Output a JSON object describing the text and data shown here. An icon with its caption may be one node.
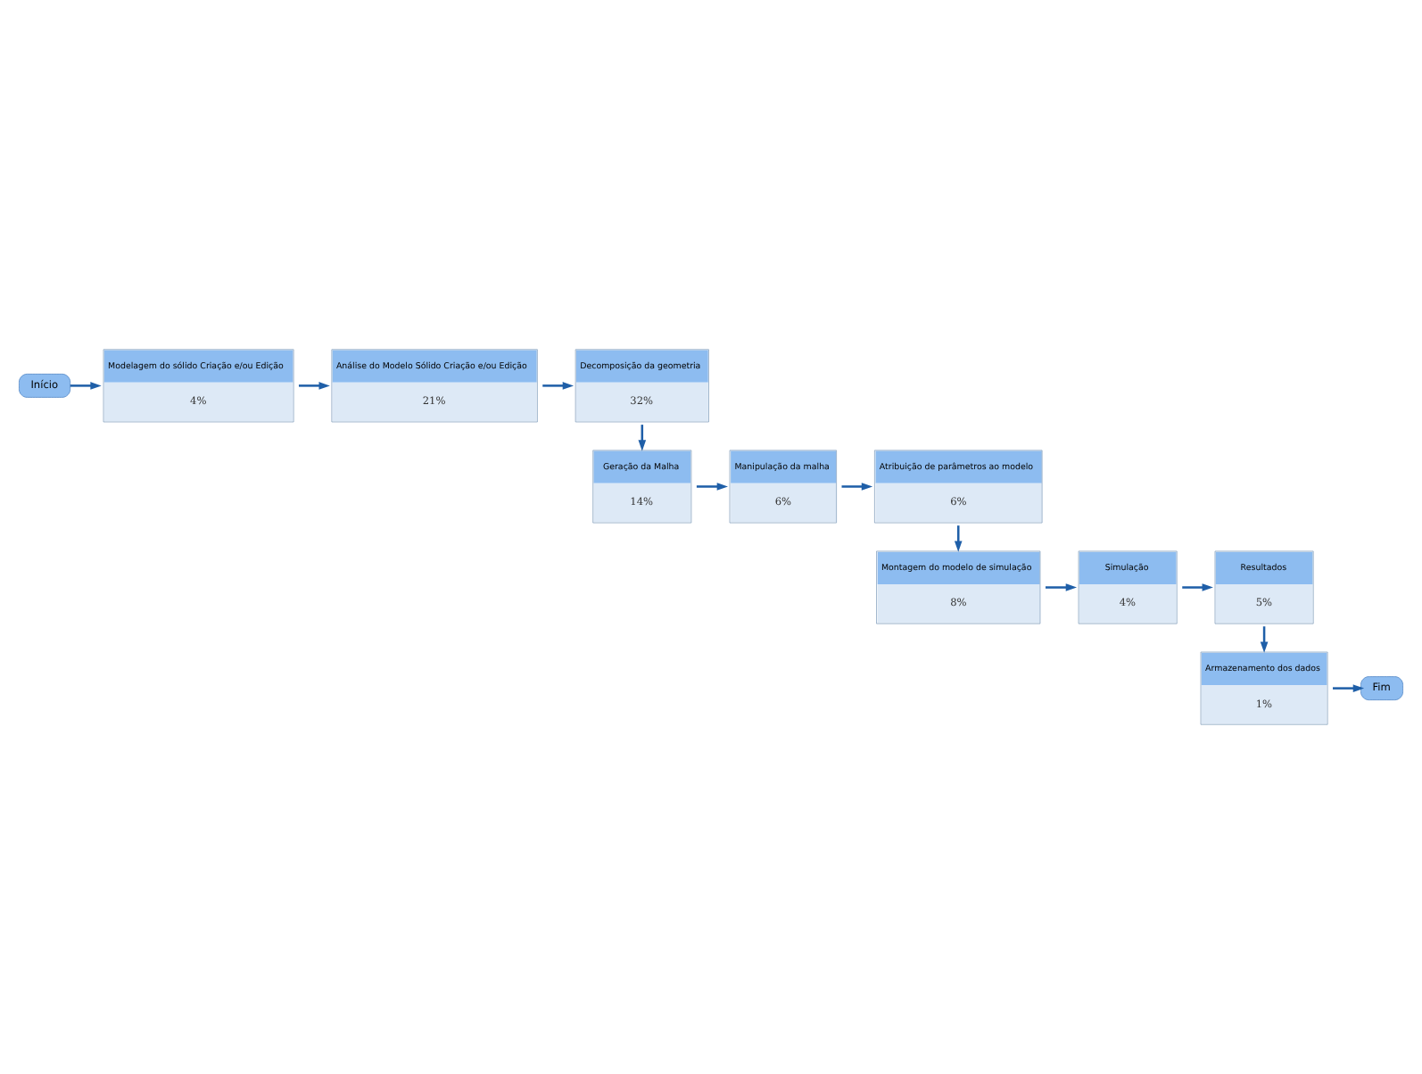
{
  "diagram": {
    "nodes": [
      {
        "text": [
          "Início"
        ]
      },
      {
        "text": [
          "Modelagem do sólido Criação e/ou Edição",
          "4%"
        ]
      },
      {
        "text": [
          "Análise do Modelo Sólido Criação e/ou Edição",
          "21%"
        ]
      },
      {
        "text": [
          "Decomposição da geometria",
          "32%"
        ]
      },
      {
        "text": [
          "Geração da Malha",
          "14%"
        ]
      },
      {
        "text": [
          "Manipulação da malha",
          "6%"
        ]
      },
      {
        "text": [
          "Atribuição de parâmetros ao modelo",
          "6%"
        ]
      },
      {
        "text": [
          "Montagem do modelo de simulação",
          "8%"
        ]
      },
      {
        "text": [
          "Simulação",
          "4%"
        ]
      },
      {
        "text": [
          "Resultados",
          "5%"
        ]
      },
      {
        "text": [
          "Armazenamento dos dados",
          "1%"
        ]
      },
      {
        "text": [
          "Fim"
        ]
      }
    ],
    "edges": [
      {
        "from": 0,
        "to": 1,
        "arrow": "to"
      },
      {
        "from": 1,
        "to": 2,
        "arrow": "to"
      },
      {
        "from": 2,
        "to": 3,
        "arrow": "to"
      },
      {
        "from": 3,
        "to": 4,
        "arrow": "to"
      },
      {
        "from": 4,
        "to": 5,
        "arrow": "to"
      },
      {
        "from": 5,
        "to": 6,
        "arrow": "to"
      },
      {
        "from": 6,
        "to": 7,
        "arrow": "to"
      },
      {
        "from": 7,
        "to": 8,
        "arrow": "to"
      },
      {
        "from": 8,
        "to": 9,
        "arrow": "to"
      },
      {
        "from": 9,
        "to": 10,
        "arrow": "to"
      },
      {
        "from": 10,
        "to": 11,
        "arrow": "to"
      }
    ]
  }
}
